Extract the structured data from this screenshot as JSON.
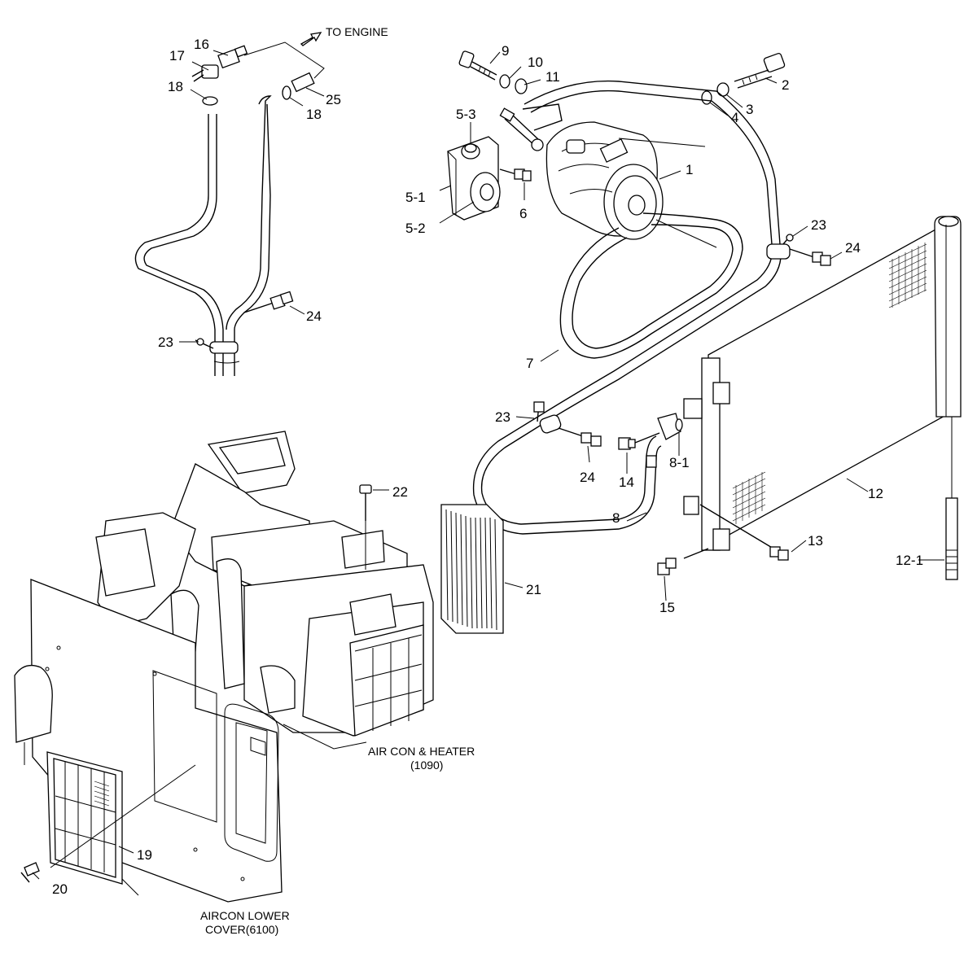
{
  "captions": {
    "to_engine": "TO ENGINE",
    "aircon_heater_line1": "AIR CON & HEATER",
    "aircon_heater_line2": "(1090)",
    "lower_cover_line1": "AIRCON LOWER",
    "lower_cover_line2": "COVER(6100)"
  },
  "callouts": {
    "c1": "1",
    "c2": "2",
    "c3": "3",
    "c4": "4",
    "c5_1": "5-1",
    "c5_2": "5-2",
    "c5_3": "5-3",
    "c6": "6",
    "c7": "7",
    "c8": "8",
    "c8_1": "8-1",
    "c9": "9",
    "c10": "10",
    "c11": "11",
    "c12": "12",
    "c12_1": "12-1",
    "c13": "13",
    "c14": "14",
    "c15": "15",
    "c16": "16",
    "c17": "17",
    "c18a": "18",
    "c18b": "18",
    "c19": "19",
    "c20": "20",
    "c21": "21",
    "c22": "22",
    "c23a": "23",
    "c23b": "23",
    "c23c": "23",
    "c24a": "24",
    "c24b": "24",
    "c24c": "24",
    "c25": "25"
  }
}
